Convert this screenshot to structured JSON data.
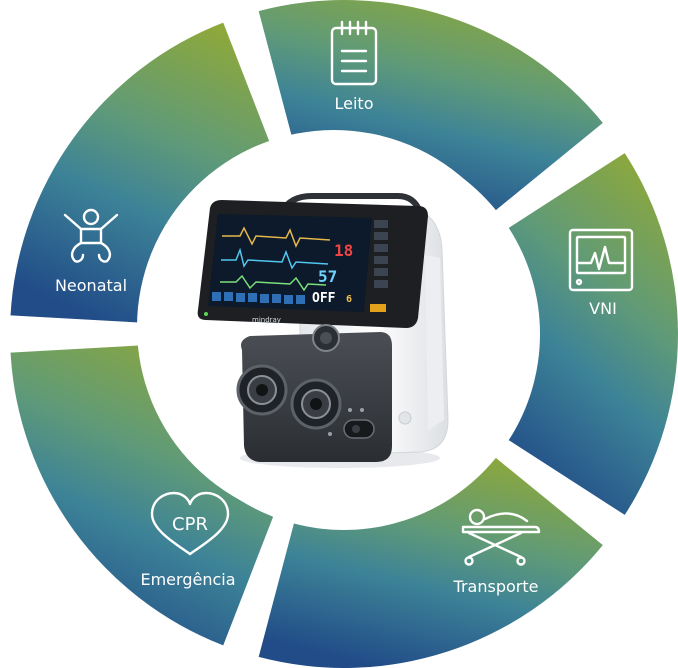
{
  "diagram": {
    "segments": [
      {
        "id": "leito",
        "label": "Leito",
        "icon": "clipboard-icon"
      },
      {
        "id": "vni",
        "label": "VNI",
        "icon": "monitor-icon"
      },
      {
        "id": "transporte",
        "label": "Transporte",
        "icon": "stretcher-icon"
      },
      {
        "id": "emergencia",
        "label": "Emergência",
        "icon": "heart-cpr-icon"
      },
      {
        "id": "neonatal",
        "label": "Neonatal",
        "icon": "baby-icon"
      }
    ],
    "cpr_icon_text": "CPR",
    "device": {
      "brand": "mindray",
      "screen_readouts": [
        "18",
        "57",
        "OFF",
        "6"
      ]
    },
    "colors": {
      "green": "#8aa33c",
      "teal": "#4a8f8c",
      "blue": "#2f6f9e",
      "navy": "#244e89",
      "white": "#ffffff"
    }
  }
}
